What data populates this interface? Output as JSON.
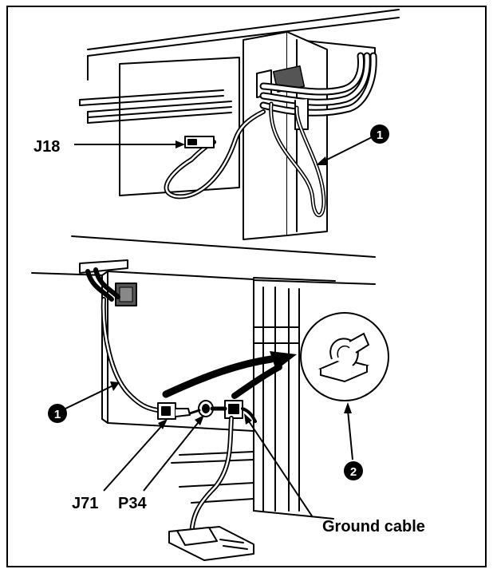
{
  "labels": {
    "j18": "J18",
    "j71": "J71",
    "p34": "P34",
    "ground_cable": "Ground cable"
  },
  "callouts": {
    "one": "1",
    "two": "2"
  }
}
